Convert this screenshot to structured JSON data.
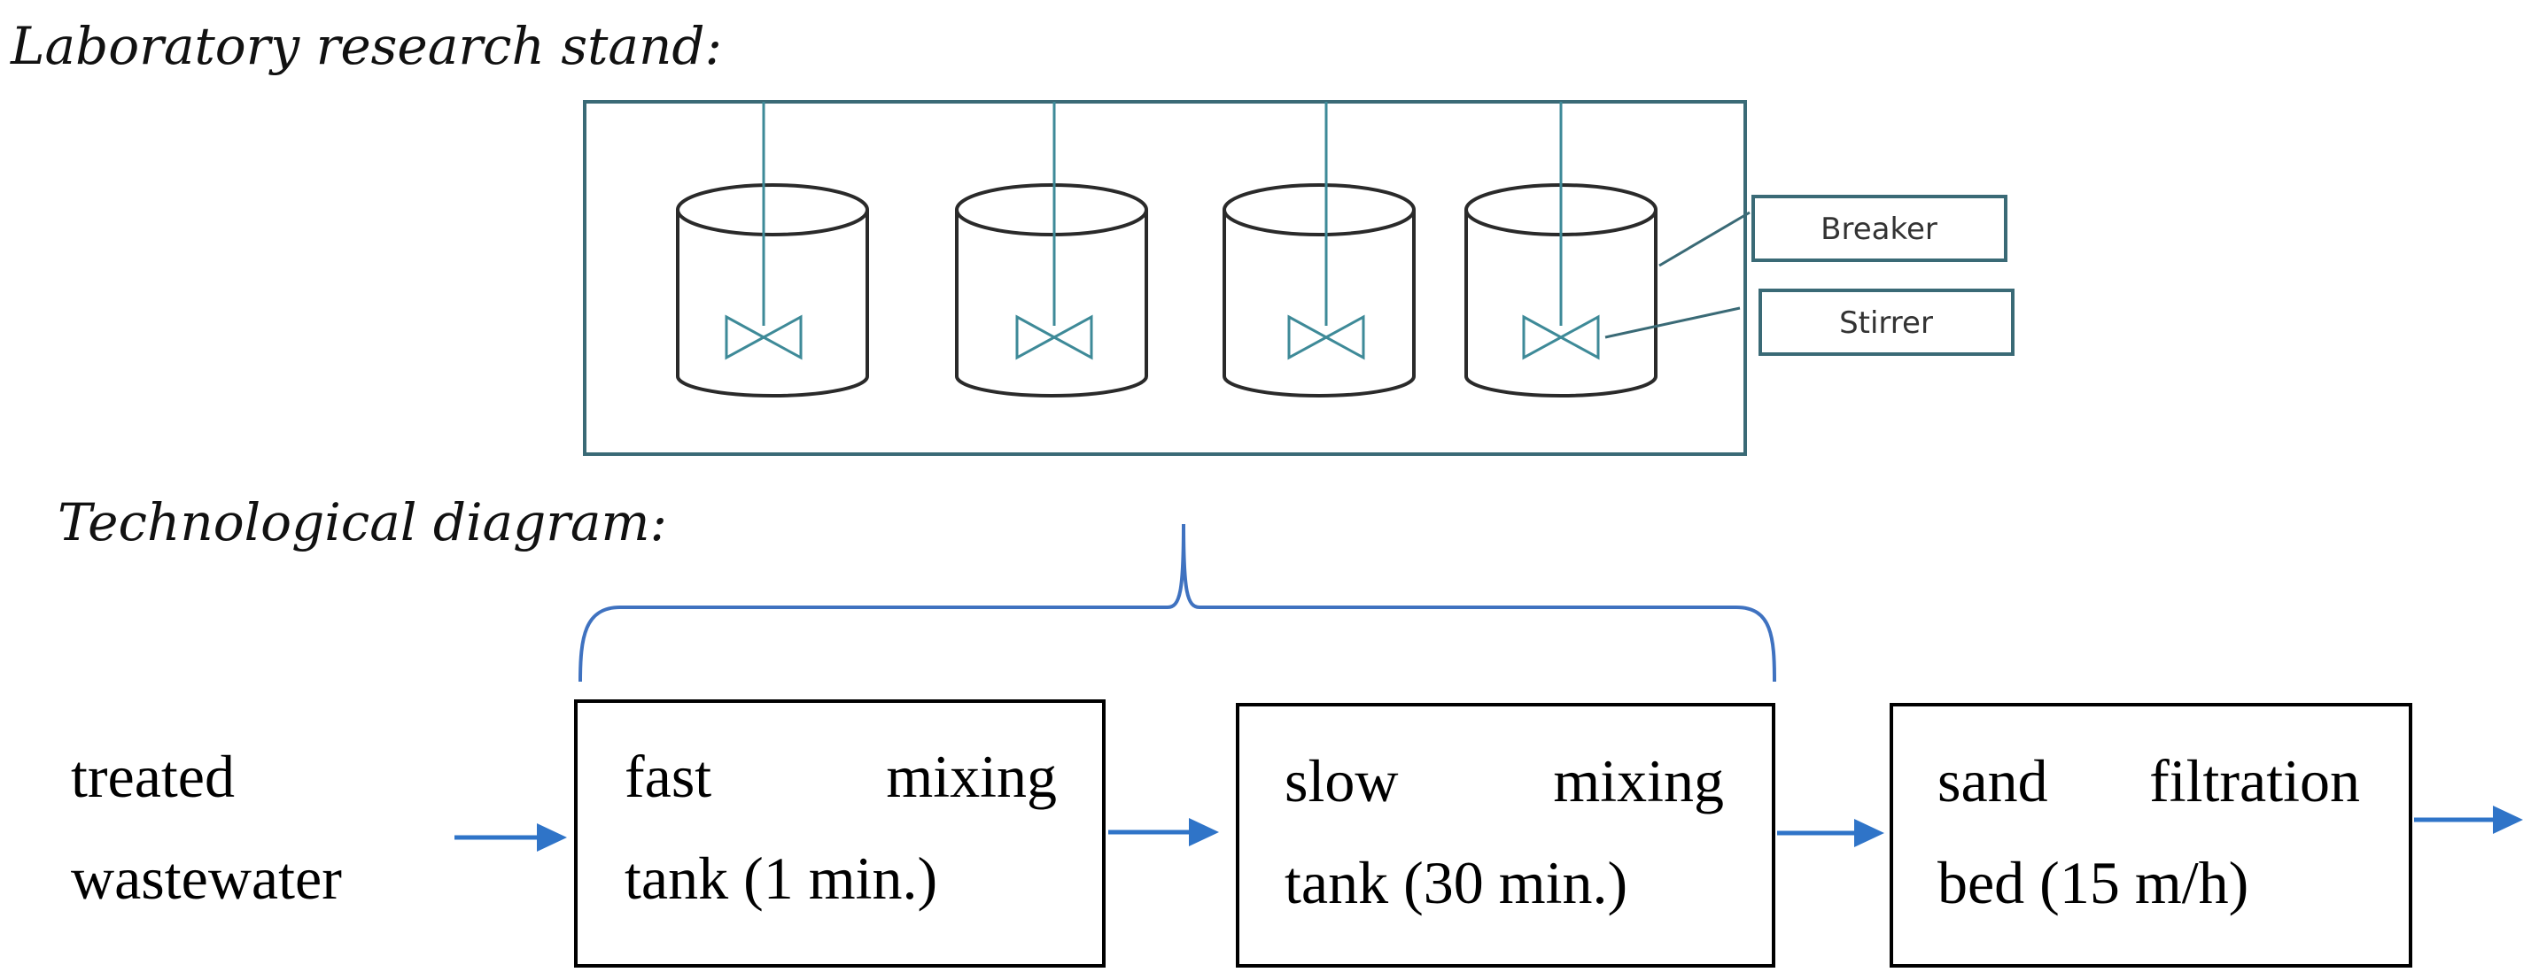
{
  "stand": {
    "heading": "Laboratory research stand:",
    "callouts": {
      "breaker": "Breaker",
      "stirrer": "Stirrer"
    }
  },
  "diagram": {
    "heading": "Technological diagram:",
    "input": {
      "line1": "treated",
      "line2": "wastewater"
    },
    "steps": [
      {
        "line1_left": "fast",
        "line1_right": "mixing",
        "line2": "tank (1 min.)"
      },
      {
        "line1_left": "slow",
        "line1_right": "mixing",
        "line2": "tank (30 min.)"
      },
      {
        "line1_left": "sand",
        "line1_right": "filtration",
        "line2": "bed (15 m/h)"
      }
    ]
  },
  "colors": {
    "stand_frame": "#3a6a76",
    "stirrer": "#3e8a98",
    "flow_arrow": "#2f74c8",
    "brace": "#3f72c0"
  }
}
